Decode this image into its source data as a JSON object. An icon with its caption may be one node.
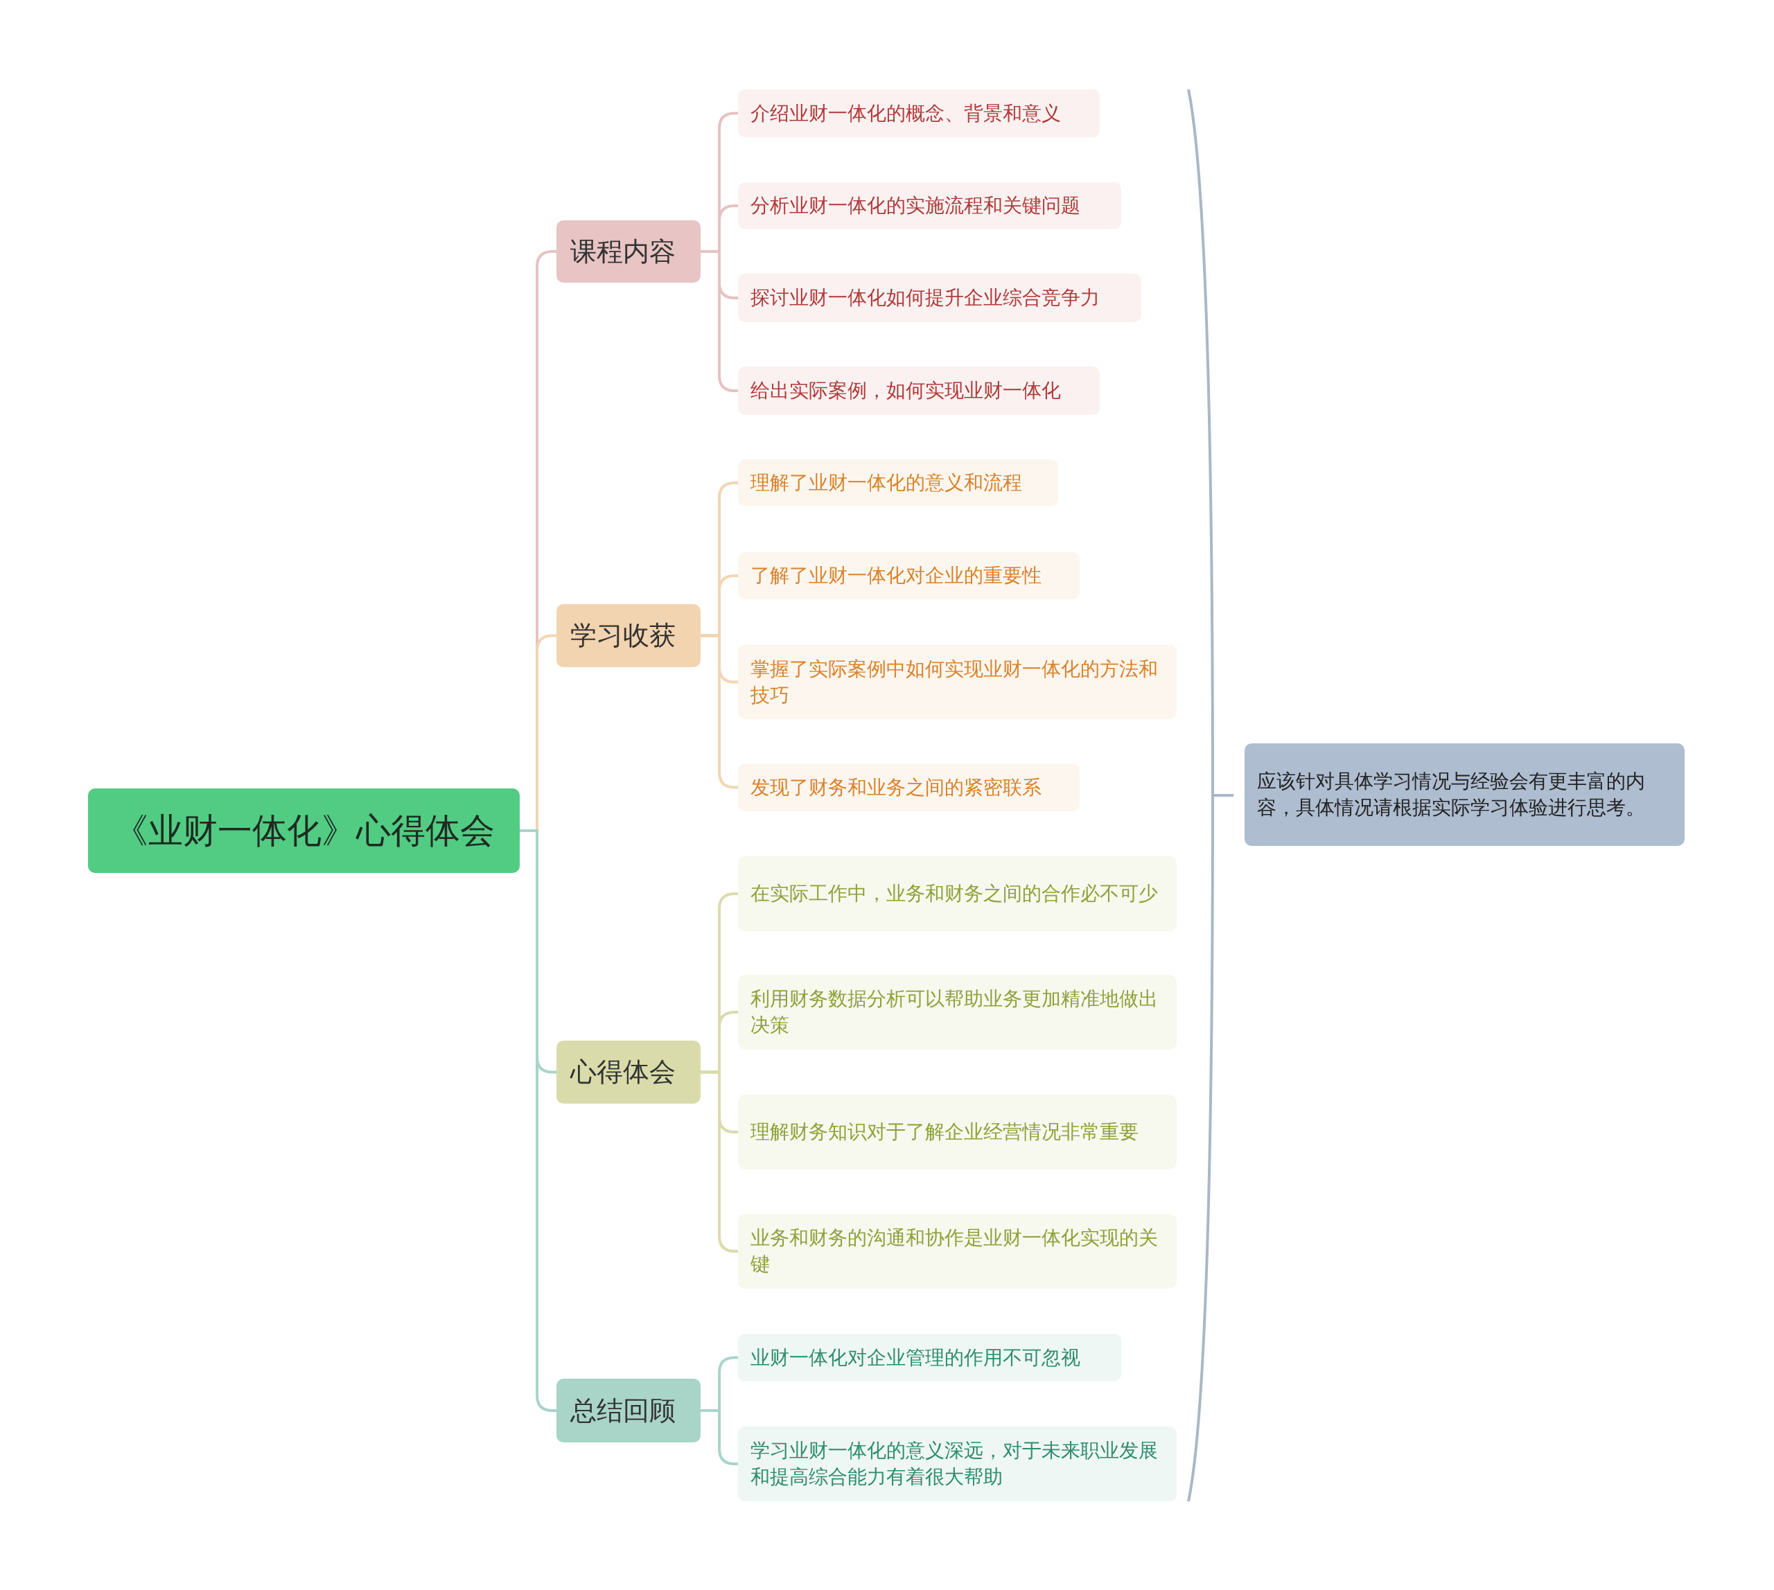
{
  "diagram": {
    "nodes": [
      {
        "text": [
          "《业财一体化》心得体会"
        ]
      },
      {
        "text": [
          "课程内容"
        ]
      },
      {
        "text": [
          "介绍业财一体化的概念、背景和意义"
        ]
      },
      {
        "text": [
          "分析业财一体化的实施流程和关键问题"
        ]
      },
      {
        "text": [
          "探讨业财一体化如何提升企业综合竞争力"
        ]
      },
      {
        "text": [
          "给出实际案例，如何实现业财一体化"
        ]
      },
      {
        "text": [
          "学习收获"
        ]
      },
      {
        "text": [
          "理解了业财一体化的意义和流程"
        ]
      },
      {
        "text": [
          "了解了业财一体化对企业的重要性"
        ]
      },
      {
        "text": [
          "掌握了实际案例中如何实现业财一体化的方法和技巧"
        ]
      },
      {
        "text": [
          "发现了财务和业务之间的紧密联系"
        ]
      },
      {
        "text": [
          "心得体会"
        ]
      },
      {
        "text": [
          "在实际工作中，业务和财务之间的合作必不可少"
        ]
      },
      {
        "text": [
          "利用财务数据分析可以帮助业务更加精准地做出决策"
        ]
      },
      {
        "text": [
          "理解财务知识对于了解企业经营情况非常重要"
        ]
      },
      {
        "text": [
          "业务和财务的沟通和协作是业财一体化实现的关键"
        ]
      },
      {
        "text": [
          "总结回顾"
        ]
      },
      {
        "text": [
          "业财一体化对企业管理的作用不可忽视"
        ]
      },
      {
        "text": [
          "学习业财一体化的意义深远，对于未来职业发展和提高综合能力有着很大帮助"
        ]
      },
      {
        "text": [
          "应该针对具体学习情况与经验会有更丰富的内容，具体情况请根据实际学习体验进行思考。"
        ]
      }
    ],
    "edges": [
      {
        "from": 0,
        "to": 1,
        "arrow": "none",
        "color": "#e6c2c2"
      },
      {
        "from": 0,
        "to": 6,
        "arrow": "none",
        "color": "#f2d6b3"
      },
      {
        "from": 0,
        "to": 11,
        "arrow": "none",
        "color": "#a9d5c9"
      },
      {
        "from": 0,
        "to": 16,
        "arrow": "none",
        "color": "#a9d5c9"
      },
      {
        "from": 1,
        "to": 2,
        "arrow": "none",
        "color": "#e6c2c2"
      },
      {
        "from": 1,
        "to": 3,
        "arrow": "none",
        "color": "#e6c2c2"
      },
      {
        "from": 1,
        "to": 4,
        "arrow": "none",
        "color": "#e6c2c2"
      },
      {
        "from": 1,
        "to": 5,
        "arrow": "none",
        "color": "#e6c2c2"
      },
      {
        "from": 6,
        "to": 7,
        "arrow": "none",
        "color": "#f2d6b3"
      },
      {
        "from": 6,
        "to": 8,
        "arrow": "none",
        "color": "#f2d6b3"
      },
      {
        "from": 6,
        "to": 9,
        "arrow": "none",
        "color": "#f2d6b3"
      },
      {
        "from": 6,
        "to": 10,
        "arrow": "none",
        "color": "#f2d6b3"
      },
      {
        "from": 11,
        "to": 12,
        "arrow": "none",
        "color": "#dadcae"
      },
      {
        "from": 11,
        "to": 13,
        "arrow": "none",
        "color": "#dadcae"
      },
      {
        "from": 11,
        "to": 14,
        "arrow": "none",
        "color": "#dadcae"
      },
      {
        "from": 11,
        "to": 15,
        "arrow": "none",
        "color": "#dadcae"
      },
      {
        "from": 16,
        "to": 17,
        "arrow": "none",
        "color": "#a9d5c9"
      },
      {
        "from": 16,
        "to": 18,
        "arrow": "none",
        "color": "#a9d5c9"
      }
    ]
  }
}
